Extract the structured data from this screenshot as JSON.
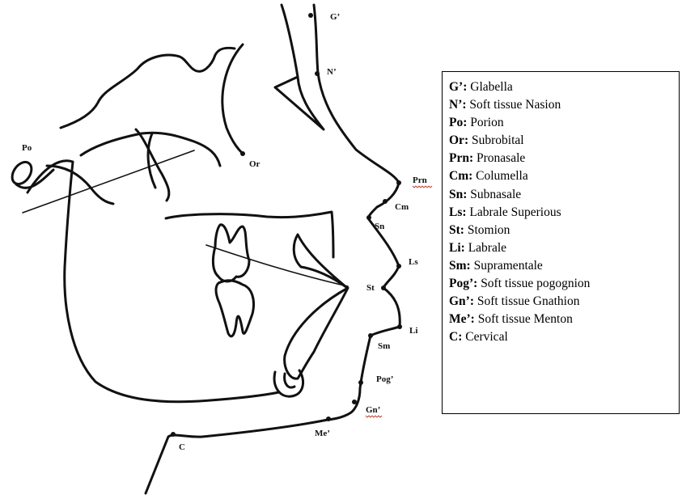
{
  "landmarks": [
    {
      "abbr": "G’",
      "name": "Glabella"
    },
    {
      "abbr": "N’",
      "name": "Soft tissue Nasion"
    },
    {
      "abbr": "Po",
      "name": "Porion"
    },
    {
      "abbr": "Or",
      "name": "Subrobital"
    },
    {
      "abbr": "Prn",
      "name": "Pronasale"
    },
    {
      "abbr": "Cm",
      "name": "Columella"
    },
    {
      "abbr": "Sn",
      "name": "Subnasale"
    },
    {
      "abbr": "Ls",
      "name": "Labrale Superious"
    },
    {
      "abbr": "St",
      "name": "Stomion"
    },
    {
      "abbr": "Li",
      "name": "Labrale"
    },
    {
      "abbr": "Sm",
      "name": "Supramentale"
    },
    {
      "abbr": "Pog’",
      "name": "Soft tissue pogognion"
    },
    {
      "abbr": "Gn’",
      "name": "Soft tissue Gnathion"
    },
    {
      "abbr": "Me’",
      "name": "Soft tissue Menton"
    },
    {
      "abbr": "C",
      "name": "Cervical"
    }
  ],
  "diagram_labels": {
    "g": "G’",
    "n": "N’",
    "po": "Po",
    "or": "Or",
    "prn": "Prn",
    "cm": "Cm",
    "sn": "Sn",
    "ls": "Ls",
    "st": "St",
    "li": "Li",
    "sm": "Sm",
    "pog": "Pog’",
    "gn": "Gn’",
    "me": "Me’",
    "c": "C"
  },
  "colors": {
    "ink": "#111111",
    "spellcheck_underline": "#c0392b"
  }
}
